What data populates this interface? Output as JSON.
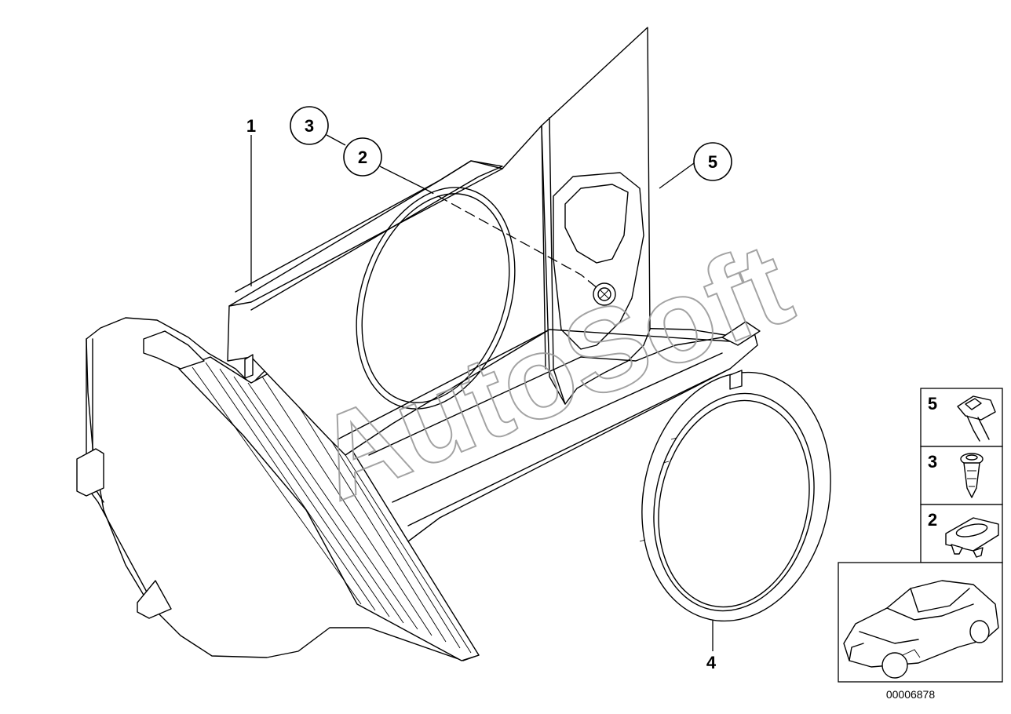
{
  "diagram": {
    "watermark": "AutoSoft",
    "callouts": [
      {
        "id": "1",
        "label": "1"
      },
      {
        "id": "2",
        "label": "2"
      },
      {
        "id": "3",
        "label": "3"
      },
      {
        "id": "4",
        "label": "4"
      },
      {
        "id": "5",
        "label": "5"
      }
    ],
    "legend": [
      {
        "label": "5",
        "icon": "clip-icon"
      },
      {
        "label": "3",
        "icon": "expanding-rivet-icon"
      },
      {
        "label": "2",
        "icon": "grommet-icon"
      }
    ],
    "thumbnail_icon": "car-icon",
    "reference_number": "00006878"
  }
}
